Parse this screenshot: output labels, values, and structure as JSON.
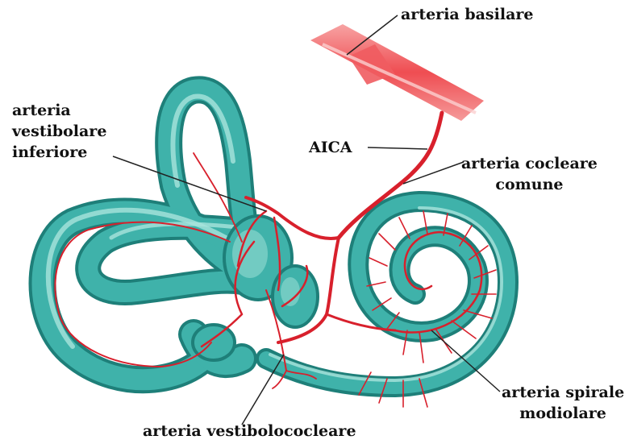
{
  "labels": {
    "basilar": "arteria basilare",
    "vestibular_inf": [
      "arteria",
      "vestibolare",
      "inferiore"
    ],
    "aica": "AICA",
    "cochlear_common": [
      "arteria cocleare",
      "comune"
    ],
    "spiral_modiolar": [
      "arteria spirale",
      "modiolare"
    ],
    "vestibulocochlear": "arteria vestibolococleare"
  },
  "colors": {
    "canal_fill": "#3fb2aa",
    "canal_edge": "#1e7f79",
    "canal_highlight": "#a9e3dc",
    "artery": "#d8202c",
    "basilar_fill": "#f26d6d",
    "leader_line": "#222222",
    "text": "#111111"
  }
}
